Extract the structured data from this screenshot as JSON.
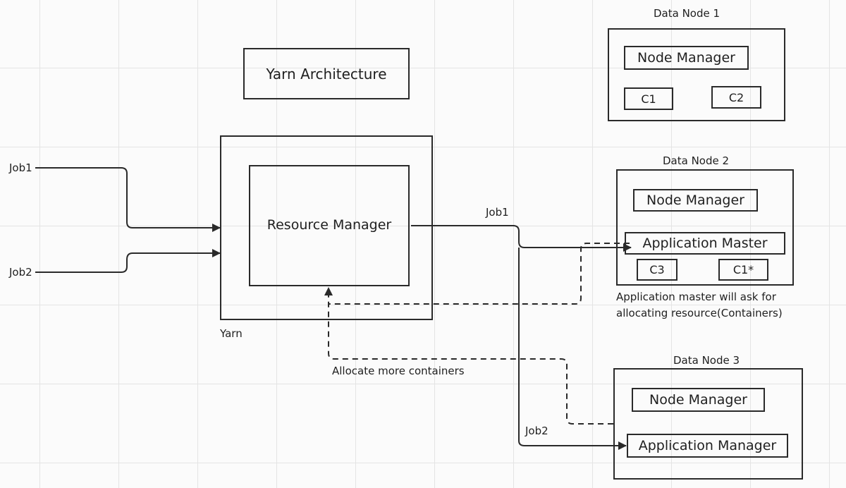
{
  "title": "Yarn Architecture",
  "yarn": {
    "label": "Yarn",
    "resource_manager": "Resource Manager"
  },
  "jobs": {
    "job1": "Job1",
    "job2": "Job2"
  },
  "data_nodes": [
    {
      "label": "Data Node 1",
      "node_manager": "Node Manager",
      "containers": [
        "C1",
        "C2"
      ]
    },
    {
      "label": "Data Node 2",
      "node_manager": "Node Manager",
      "app_master": "Application Master",
      "containers": [
        "C3",
        "C1*"
      ]
    },
    {
      "label": "Data Node 3",
      "node_manager": "Node Manager",
      "app_manager": "Application Manager"
    }
  ],
  "annotations": {
    "job1_route": "Job1",
    "job2_route": "Job2",
    "app_master_note_line1": "Application master will ask for",
    "app_master_note_line2": "allocating resource(Containers)",
    "allocate_note": "Allocate more containers"
  },
  "colors": {
    "background": "#fbfbfb",
    "grid": "#e4e4e4",
    "stroke": "#2a2a2a"
  }
}
